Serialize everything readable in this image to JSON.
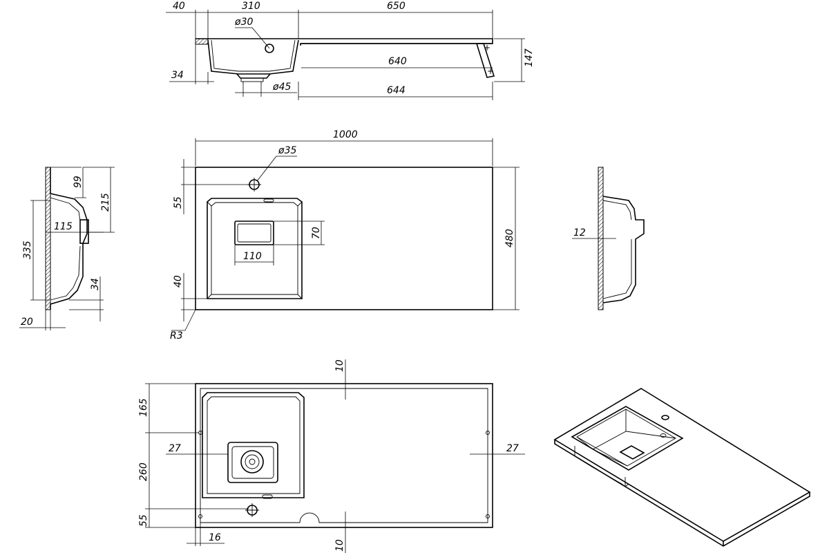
{
  "dimensions": {
    "top_view": {
      "d40": "40",
      "d310": "310",
      "d650": "650",
      "d_30": "ø30",
      "d640": "640",
      "d147": "147",
      "d34": "34",
      "d_45": "ø45",
      "d644": "644"
    },
    "plan_view": {
      "d1000": "1000",
      "d_35": "ø35",
      "d55": "55",
      "d70": "70",
      "d110": "110",
      "d480": "480",
      "d40": "40",
      "r3": "R3"
    },
    "left_section": {
      "d99": "99",
      "d215": "215",
      "d335": "335",
      "d115": "115",
      "d34": "34",
      "d20": "20"
    },
    "right_section": {
      "d12": "12"
    },
    "bottom_view": {
      "d10_top": "10",
      "d165": "165",
      "d27_left": "27",
      "d27_right": "27",
      "d260": "260",
      "d55": "55",
      "d16": "16",
      "d10_bottom": "10"
    }
  }
}
